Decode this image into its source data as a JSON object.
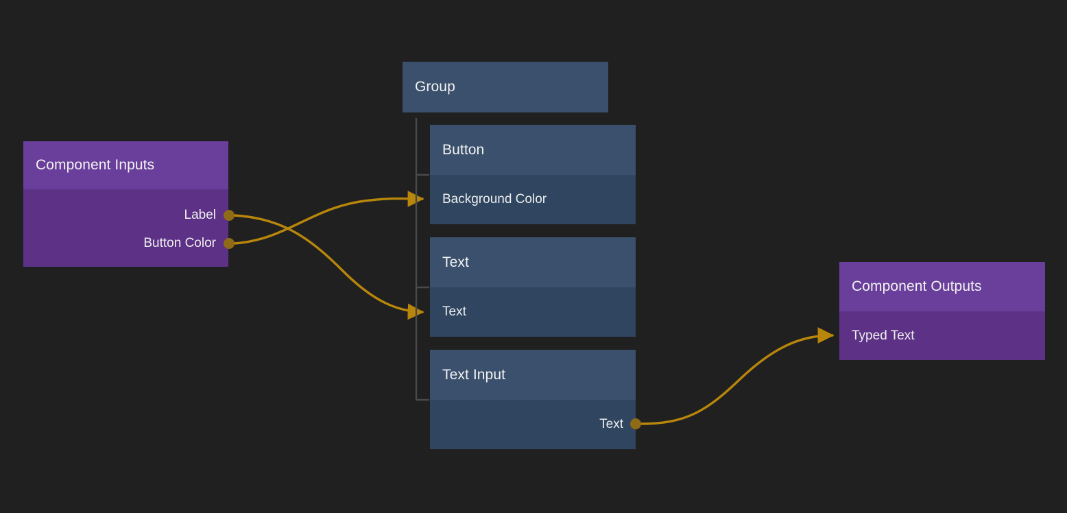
{
  "canvas": {
    "background": "#202020",
    "edge_color": "#b8860b",
    "port_color": "#8f6a17",
    "tree_line_color": "#4a4a4a"
  },
  "nodes": {
    "component_inputs": {
      "title": "Component Inputs",
      "kind": "io",
      "accent": "#6a3f9c",
      "body_color": "#5d3286",
      "ports": [
        {
          "label": "Label",
          "direction": "out"
        },
        {
          "label": "Button Color",
          "direction": "out"
        }
      ]
    },
    "group": {
      "title": "Group",
      "kind": "group",
      "accent": "#3a506c",
      "ports": []
    },
    "button": {
      "title": "Button",
      "kind": "component",
      "accent": "#3a506c",
      "body_color": "#2f4560",
      "ports": [
        {
          "label": "Background Color",
          "direction": "in"
        }
      ]
    },
    "text": {
      "title": "Text",
      "kind": "component",
      "accent": "#3a506c",
      "body_color": "#2f4560",
      "ports": [
        {
          "label": "Text",
          "direction": "in"
        }
      ]
    },
    "text_input": {
      "title": "Text Input",
      "kind": "component",
      "accent": "#3a506c",
      "body_color": "#2f4560",
      "ports": [
        {
          "label": "Text",
          "direction": "out"
        }
      ]
    },
    "component_outputs": {
      "title": "Component Outputs",
      "kind": "io",
      "accent": "#6a3f9c",
      "body_color": "#5d3286",
      "ports": [
        {
          "label": "Typed Text",
          "direction": "in"
        }
      ]
    }
  },
  "edges": [
    {
      "from": "component_inputs.Label",
      "to": "text.Text"
    },
    {
      "from": "component_inputs.Button Color",
      "to": "button.Background Color"
    },
    {
      "from": "text_input.Text",
      "to": "component_outputs.Typed Text"
    }
  ],
  "tree": {
    "parent": "group",
    "children": [
      "button",
      "text",
      "text_input"
    ]
  }
}
